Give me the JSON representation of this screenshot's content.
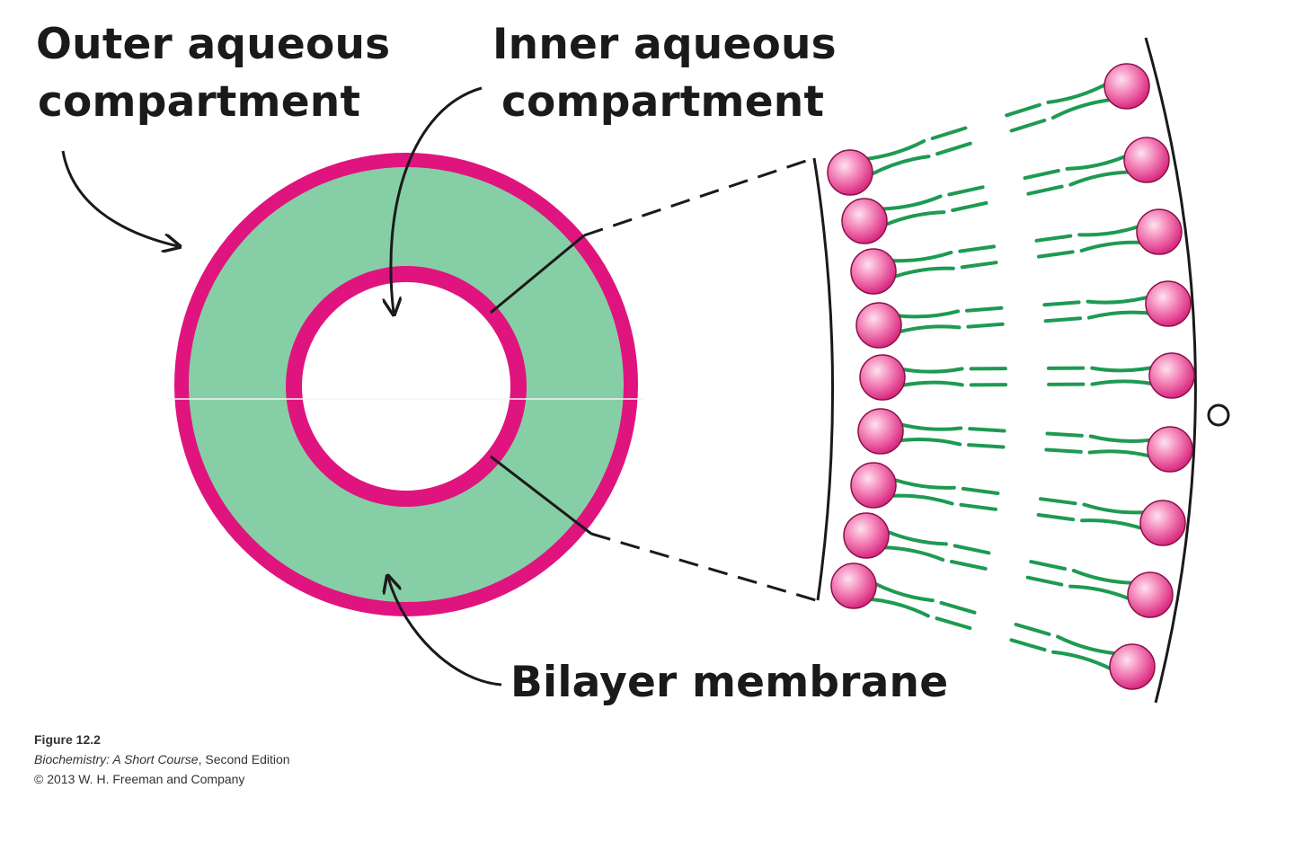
{
  "labels": {
    "outer_line1": "Outer aqueous",
    "outer_line2": "compartment",
    "inner_line1": "Inner aqueous",
    "inner_line2": "compartment",
    "bilayer": "Bilayer membrane"
  },
  "caption": {
    "figure": "Figure 12.2",
    "book_title": "Biochemistry: A Short Course",
    "edition": ", Second Edition",
    "copyright": "© 2013 W. H. Freeman and Company"
  },
  "colors": {
    "membrane": "#e0147e",
    "compartment_fill": "#86cfa6",
    "lipid_head": "#f06aa8",
    "lipid_tail": "#1e9a52",
    "outline": "#1a1a1a"
  },
  "icons": {
    "arrow": "curved-arrow-icon",
    "lipid": "phospholipid-icon"
  }
}
